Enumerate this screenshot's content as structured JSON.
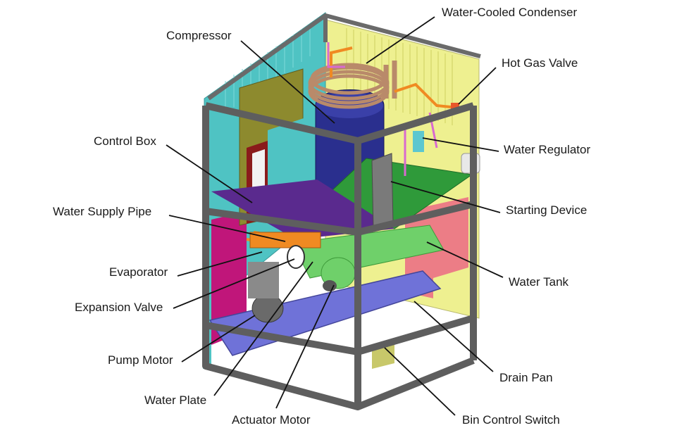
{
  "labels": {
    "water_cooled_condenser": "Water-Cooled Condenser",
    "compressor": "Compressor",
    "hot_gas_valve": "Hot Gas Valve",
    "control_box": "Control Box",
    "water_regulator": "Water Regulator",
    "water_supply_pipe": "Water Supply Pipe",
    "starting_device": "Starting Device",
    "evaporator": "Evaporator",
    "water_tank": "Water Tank",
    "expansion_valve": "Expansion Valve",
    "pump_motor": "Pump Motor",
    "drain_pan": "Drain Pan",
    "water_plate": "Water Plate",
    "actuator_motor": "Actuator Motor",
    "bin_control_switch": "Bin Control Switch"
  },
  "colors": {
    "frame": "#5e5e5e",
    "side_panel": "#4fc3c3",
    "back_panel": "#eef090",
    "control_box": "#8d8a2e",
    "compressor": "#2a2f8e",
    "green_board": "#2f9a3a",
    "magenta": "#c0167a",
    "pink_panel": "#ec7d86",
    "drain_pan": "#6f72d8",
    "water_tank": "#6fd06a",
    "pipe_orange": "#f08a22",
    "leader": "#111111"
  }
}
